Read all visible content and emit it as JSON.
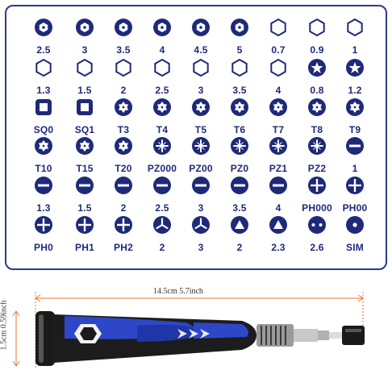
{
  "bit_chart": {
    "rows": [
      [
        {
          "label": "2.5",
          "icon": "hex-dot-icon"
        },
        {
          "label": "3",
          "icon": "hex-dot-icon"
        },
        {
          "label": "3.5",
          "icon": "hex-dot-icon"
        },
        {
          "label": "4",
          "icon": "hex-dot-icon"
        },
        {
          "label": "4.5",
          "icon": "hex-dot-icon"
        },
        {
          "label": "5",
          "icon": "hex-dot-icon"
        },
        {
          "label": "0.7",
          "icon": "hex-outline-icon"
        },
        {
          "label": "0.9",
          "icon": "hex-outline-icon"
        },
        {
          "label": "1",
          "icon": "hex-outline-icon"
        }
      ],
      [
        {
          "label": "1.3",
          "icon": "hex-outline-icon"
        },
        {
          "label": "1.5",
          "icon": "hex-outline-icon"
        },
        {
          "label": "2",
          "icon": "hex-outline-icon"
        },
        {
          "label": "2.5",
          "icon": "hex-outline-icon"
        },
        {
          "label": "3",
          "icon": "hex-outline-icon"
        },
        {
          "label": "3.5",
          "icon": "hex-outline-icon"
        },
        {
          "label": "4",
          "icon": "hex-outline-icon"
        },
        {
          "label": "0.8",
          "icon": "pentalobe-icon"
        },
        {
          "label": "1.2",
          "icon": "pentalobe-icon"
        }
      ],
      [
        {
          "label": "SQ0",
          "icon": "square-icon"
        },
        {
          "label": "SQ1",
          "icon": "square-icon"
        },
        {
          "label": "T3",
          "icon": "torx-icon"
        },
        {
          "label": "T4",
          "icon": "torx-icon"
        },
        {
          "label": "T5",
          "icon": "torx-icon"
        },
        {
          "label": "T6",
          "icon": "torx-icon"
        },
        {
          "label": "T7",
          "icon": "torx-icon"
        },
        {
          "label": "T8",
          "icon": "torx-icon"
        },
        {
          "label": "T9",
          "icon": "torx-icon"
        }
      ],
      [
        {
          "label": "T10",
          "icon": "torx-icon"
        },
        {
          "label": "T15",
          "icon": "torx-icon"
        },
        {
          "label": "T20",
          "icon": "torx-icon"
        },
        {
          "label": "PZ000",
          "icon": "pozidriv-icon"
        },
        {
          "label": "PZ00",
          "icon": "pozidriv-icon"
        },
        {
          "label": "PZ0",
          "icon": "pozidriv-icon"
        },
        {
          "label": "PZ1",
          "icon": "pozidriv-icon"
        },
        {
          "label": "PZ2",
          "icon": "pozidriv-icon"
        },
        {
          "label": "1",
          "icon": "slotted-icon"
        }
      ],
      [
        {
          "label": "1.3",
          "icon": "slotted-icon"
        },
        {
          "label": "1.5",
          "icon": "slotted-icon"
        },
        {
          "label": "2",
          "icon": "slotted-icon"
        },
        {
          "label": "2.5",
          "icon": "slotted-icon"
        },
        {
          "label": "3",
          "icon": "slotted-icon"
        },
        {
          "label": "3.5",
          "icon": "slotted-icon"
        },
        {
          "label": "4",
          "icon": "slotted-icon"
        },
        {
          "label": "PH000",
          "icon": "phillips-icon"
        },
        {
          "label": "PH00",
          "icon": "phillips-icon"
        }
      ],
      [
        {
          "label": "PH0",
          "icon": "phillips-icon"
        },
        {
          "label": "PH1",
          "icon": "phillips-icon"
        },
        {
          "label": "PH2",
          "icon": "phillips-icon"
        },
        {
          "label": "2",
          "icon": "tri-wing-icon"
        },
        {
          "label": "3",
          "icon": "tri-wing-icon"
        },
        {
          "label": "2",
          "icon": "triangle-icon"
        },
        {
          "label": "2.3",
          "icon": "triangle-icon"
        },
        {
          "label": "2.6",
          "icon": "u-shape-icon"
        },
        {
          "label": "SIM",
          "icon": "sim-pin-icon"
        }
      ]
    ]
  },
  "dimensions": {
    "length": "14.5cm  5.7inch",
    "diameter": "1.5cm  0.59inch"
  },
  "colors": {
    "navy": "#1e2a78",
    "blue": "#2d47c8",
    "black": "#1a1a1a",
    "silver": "#b8b8b8"
  }
}
